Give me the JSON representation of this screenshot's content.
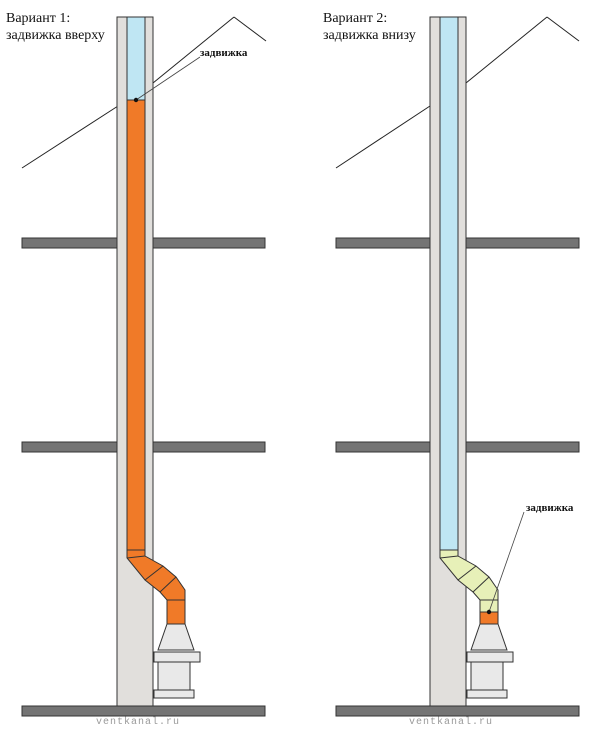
{
  "variant1": {
    "title": "Вариант 1:",
    "subtitle": "задвижка вверху",
    "damper_label": "задвижка"
  },
  "variant2": {
    "title": "Вариант 2:",
    "subtitle": "задвижка внизу",
    "damper_label": "задвижка"
  },
  "watermark": "ventkanal.ru",
  "colors": {
    "wall": "#e1dfdc",
    "floor": "#747474",
    "liner": "#bfe6f3",
    "hot_pipe": "#f07a28",
    "cool_pipe": "#e7f0b8",
    "damper_section": "#f07a28",
    "stove": "#e9e9e9"
  }
}
